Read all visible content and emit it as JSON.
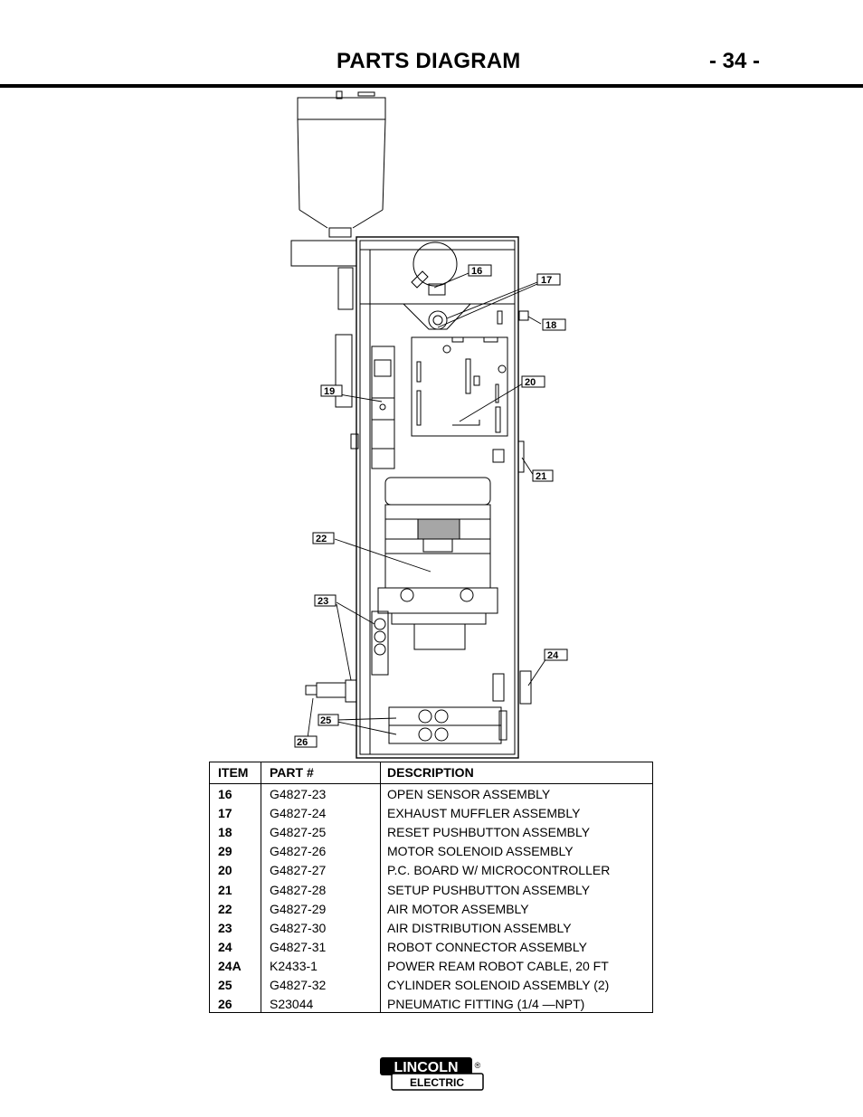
{
  "header": {
    "title": "PARTS DIAGRAM",
    "page_number": "- 34 -"
  },
  "callouts": {
    "c16": "16",
    "c17": "17",
    "c18": "18",
    "c19": "19",
    "c20": "20",
    "c21": "21",
    "c22": "22",
    "c23": "23",
    "c24": "24",
    "c25": "25",
    "c26": "26"
  },
  "table": {
    "headers": {
      "item": "ITEM",
      "part": "PART #",
      "description": "DESCRIPTION"
    },
    "rows": [
      {
        "item": "16",
        "part": "G4827-23",
        "description": "OPEN SENSOR ASSEMBLY"
      },
      {
        "item": "17",
        "part": "G4827-24",
        "description": "EXHAUST MUFFLER ASSEMBLY"
      },
      {
        "item": "18",
        "part": "G4827-25",
        "description": "RESET PUSHBUTTON ASSEMBLY"
      },
      {
        "item": "29",
        "part": "G4827-26",
        "description": "MOTOR SOLENOID ASSEMBLY"
      },
      {
        "item": "20",
        "part": "G4827-27",
        "description": "P.C. BOARD W/ MICROCONTROLLER"
      },
      {
        "item": "21",
        "part": "G4827-28",
        "description": "SETUP PUSHBUTTON ASSEMBLY"
      },
      {
        "item": "22",
        "part": "G4827-29",
        "description": "AIR MOTOR ASSEMBLY"
      },
      {
        "item": "23",
        "part": "G4827-30",
        "description": "AIR DISTRIBUTION ASSEMBLY"
      },
      {
        "item": "24",
        "part": "G4827-31",
        "description": "ROBOT CONNECTOR ASSEMBLY"
      },
      {
        "item": "24A",
        "part": "K2433-1",
        "description": "POWER REAM ROBOT CABLE, 20 FT"
      },
      {
        "item": "25",
        "part": "G4827-32",
        "description": "CYLINDER SOLENOID ASSEMBLY (2)"
      },
      {
        "item": "26",
        "part": "S23044",
        "description": "PNEUMATIC FITTING (1/4 —NPT)"
      }
    ]
  },
  "footer": {
    "logo_top": "LINCOLN",
    "logo_mark": "®",
    "logo_bottom": "ELECTRIC"
  }
}
